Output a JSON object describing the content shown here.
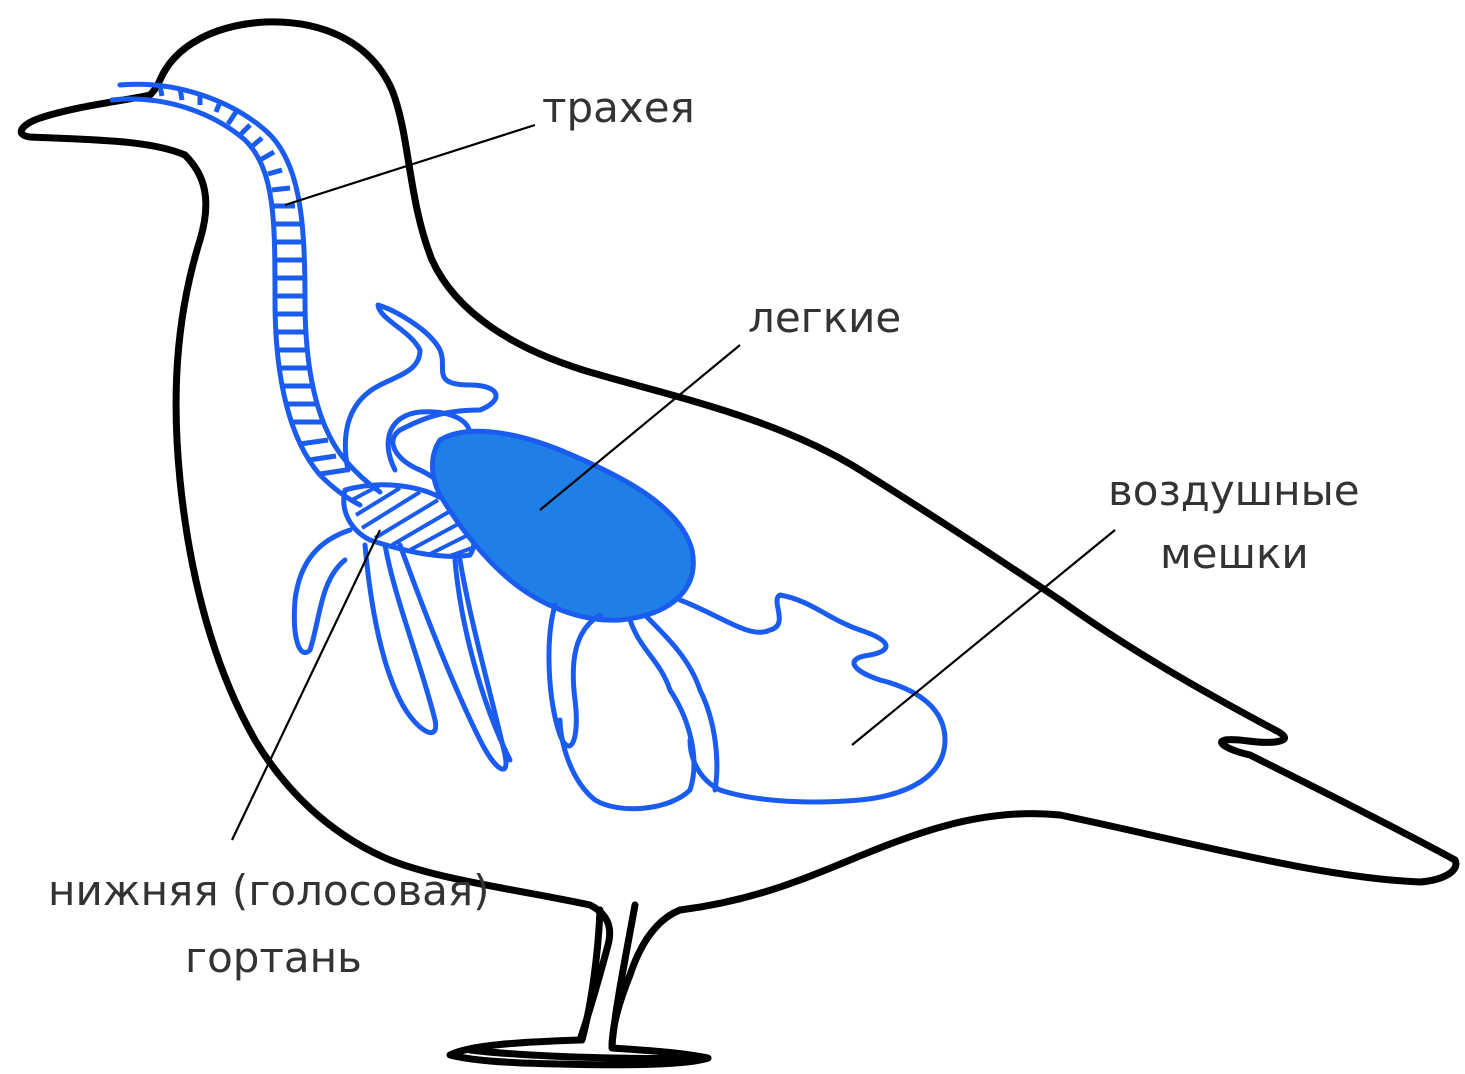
{
  "labels": {
    "trachea": "трахея",
    "lungs": "легкие",
    "air_sacs_line1": "воздушные",
    "air_sacs_line2": "мешки",
    "syrinx_line1": "нижняя (голосовая)",
    "syrinx_line2": "гортань"
  },
  "colors": {
    "outline": "#000000",
    "organ": "#1a5cf0",
    "lung_fill": "#1f7fe6",
    "text": "#333333"
  }
}
